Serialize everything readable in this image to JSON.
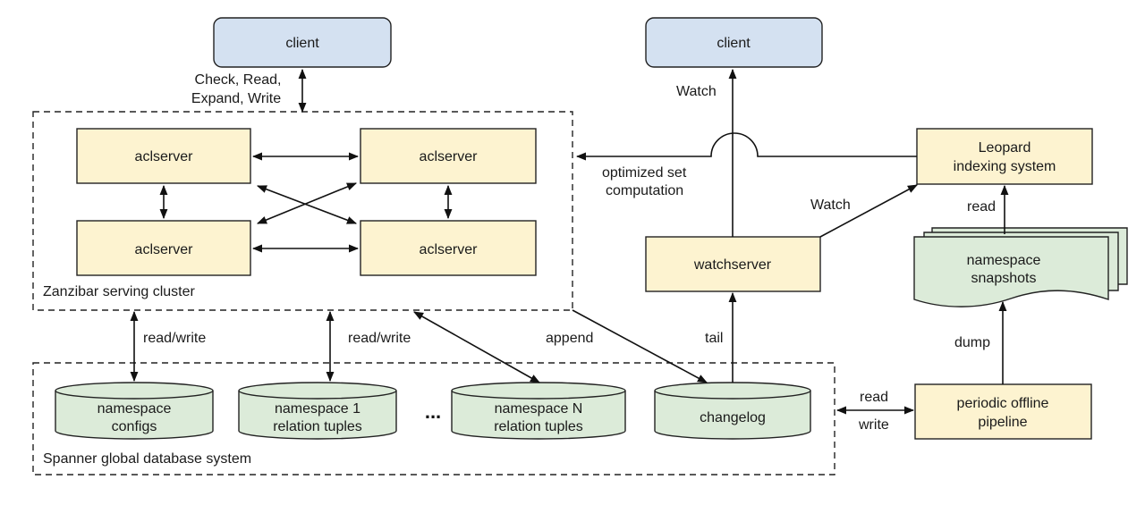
{
  "nodes": {
    "client_left": "client",
    "client_right": "client",
    "aclserver_tl": "aclserver",
    "aclserver_tr": "aclserver",
    "aclserver_bl": "aclserver",
    "aclserver_br": "aclserver",
    "watchserver": "watchserver",
    "leopard_line1": "Leopard",
    "leopard_line2": "indexing system",
    "snapshots_line1": "namespace",
    "snapshots_line2": "snapshots",
    "pipeline_line1": "periodic offline",
    "pipeline_line2": "pipeline",
    "ns_configs_line1": "namespace",
    "ns_configs_line2": "configs",
    "ns1_line1": "namespace 1",
    "ns1_line2": "relation tuples",
    "nsn_line1": "namespace N",
    "nsn_line2": "relation tuples",
    "changelog": "changelog",
    "ellipsis": "..."
  },
  "clusters": {
    "zanzibar": "Zanzibar serving cluster",
    "spanner": "Spanner global database system"
  },
  "edges": {
    "client_api_line1": "Check, Read,",
    "client_api_line2": "Expand, Write",
    "watch_client": "Watch",
    "watch_leopard": "Watch",
    "optimized_line1": "optimized set",
    "optimized_line2": "computation",
    "read_snapshots": "read",
    "dump": "dump",
    "readwrite_1": "read/write",
    "readwrite_2": "read/write",
    "append": "append",
    "tail": "tail",
    "read_pipeline": "read",
    "write_pipeline": "write"
  }
}
